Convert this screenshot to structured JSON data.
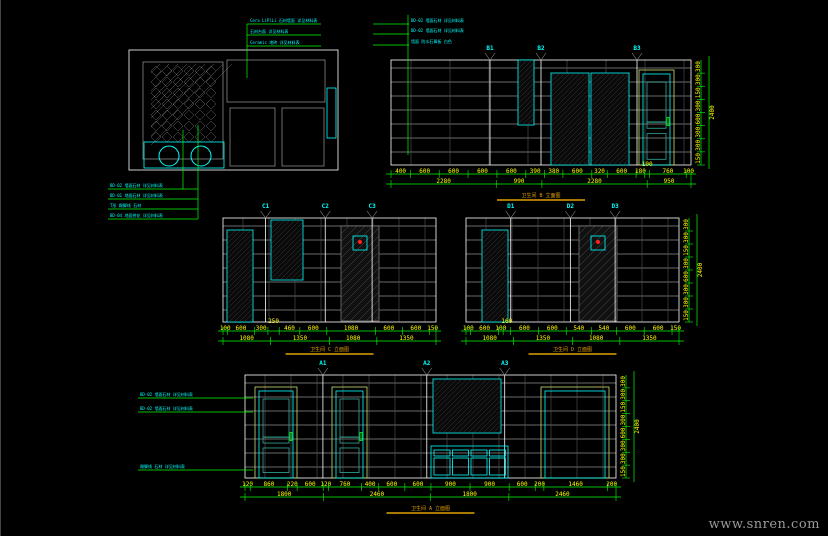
{
  "watermark": "www.snren.com",
  "colors": {
    "wall": "#ffffff",
    "tile": "#555555",
    "cyan": "#00ffff",
    "green": "#00ff00",
    "yellow": "#ffff00",
    "orange": "#e0a000",
    "door": "#c8e070"
  },
  "plan": {
    "annotations_top": [
      "Cera LiPlLi 石材墙面 详见材料表",
      "石材台面 详见材料表",
      "Ceramic 地砖 详见材料表"
    ],
    "annotations_bottom": [
      "BD-02 墙面石材 详见材料表",
      "BD-01 地面石材 详见材料表",
      "T形 踢脚线 石材",
      "BD-04 地面拼花 详见材料表"
    ]
  },
  "elevations": [
    {
      "id": "A",
      "title": "卫生间 B 立面图",
      "markers": [
        "B1",
        "B2",
        "B3"
      ],
      "height_label": "2400",
      "dims": [
        400,
        600,
        600,
        600,
        600,
        390,
        380,
        600,
        320,
        600,
        180,
        100,
        760,
        100
      ],
      "totals": [
        2280,
        990,
        2280,
        950
      ],
      "annotations": [
        "BD-02 墙面石材 详见材料表",
        "BD-02 墙面石材 详见材料表",
        "墙面 防水石膏板 白色"
      ]
    },
    {
      "id": "B",
      "title": "卫生间 C 立面图",
      "markers": [
        "C1",
        "C2",
        "C3"
      ],
      "height_label": "",
      "dims": [
        100,
        600,
        300,
        250,
        460,
        600,
        1080,
        600,
        600,
        150
      ],
      "totals": [
        1080,
        1350,
        1080,
        1350
      ],
      "annotations": []
    },
    {
      "id": "C",
      "title": "卫生间 D 立面图",
      "markers": [
        "D1",
        "D2",
        "D3"
      ],
      "height_label": "2400",
      "dims": [
        100,
        600,
        100,
        160,
        600,
        600,
        540,
        540,
        600,
        600,
        150
      ],
      "totals": [
        1080,
        1350,
        1080,
        1350
      ],
      "annotations": []
    },
    {
      "id": "D",
      "title": "卫生间 A 立面图",
      "markers": [
        "A1",
        "A2",
        "A3"
      ],
      "height_label": "2400",
      "dims": [
        120,
        860,
        220,
        600,
        120,
        760,
        400,
        600,
        600,
        900,
        900,
        600,
        200,
        1460,
        200
      ],
      "totals": [
        1800,
        2460,
        1800,
        2460
      ],
      "annotations": [
        "BD-02 墙面石材 详见材料表",
        "BD-02 墙面石材 详见材料表",
        "踢脚线 石材 详见材料表"
      ]
    }
  ],
  "vertical_dims": [
    "150",
    "300",
    "300",
    "600",
    "300",
    "150",
    "300",
    "300"
  ]
}
